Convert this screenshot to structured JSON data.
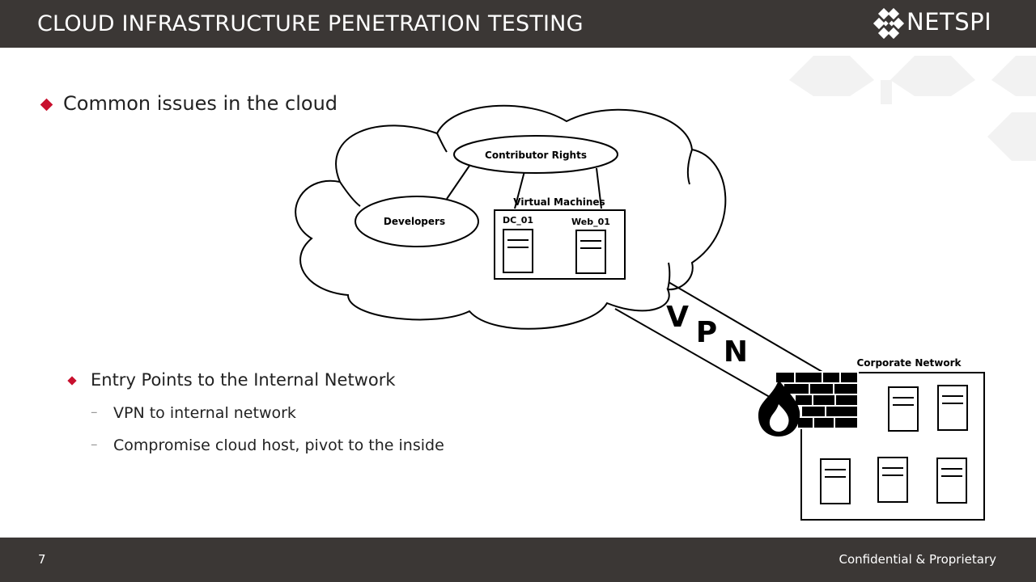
{
  "header": {
    "title": "CLOUD INFRASTRUCTURE PENETRATION TESTING",
    "logo_text": "NETSPI"
  },
  "content": {
    "bullet_1": "Common issues in the cloud",
    "bullet_2": "Entry Points to the Internal Network",
    "sub_bullets": [
      {
        "dash": "–",
        "text": "VPN to internal network"
      },
      {
        "dash": "–",
        "text": "Compromise cloud host, pivot to the inside"
      }
    ]
  },
  "diagram": {
    "contributor_rights": "Contributor Rights",
    "developers": "Developers",
    "virtual_machines": "Virtual Machines",
    "dc_01": "DC_01",
    "web_01": "Web_01",
    "vpn_letters": [
      "V",
      "P",
      "N"
    ],
    "corporate_network": "Corporate Network"
  },
  "footer": {
    "page_number": "7",
    "confidential": "Confidential & Proprietary"
  },
  "colors": {
    "bar": "#3b3735",
    "bullet_accent": "#c8102e",
    "text": "#222222"
  },
  "icons": [
    "netspi-logo-icon",
    "firewall-icon",
    "fire-icon",
    "server-icon"
  ]
}
